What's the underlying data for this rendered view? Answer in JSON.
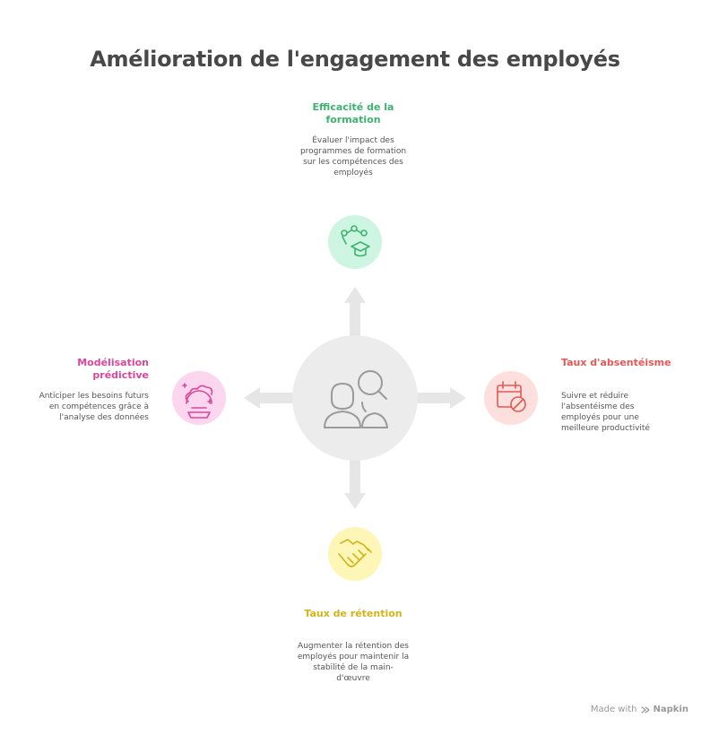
{
  "title": "Amélioration de l'engagement des employés",
  "center": {
    "icon": "people-search-icon"
  },
  "nodes": {
    "top": {
      "title": "Efficacité de la formation",
      "description": "Évaluer l'impact des programmes de formation sur les compétences des employés",
      "icon": "graduation-network-icon",
      "color": "#3db36f",
      "bg": "#cdf5e2"
    },
    "right": {
      "title": "Taux d'absentéisme",
      "description": "Suivre et réduire l'absentéisme des employés pour une meilleure productivité",
      "icon": "calendar-blocked-icon",
      "color": "#e05a55",
      "bg": "#fde0dd"
    },
    "bottom": {
      "title": "Taux de rétention",
      "description": "Augmenter la rétention des employés pour maintenir la stabilité de la main-d'œuvre",
      "icon": "handshake-icon",
      "color": "#d3b31a",
      "bg": "#fdf6b6"
    },
    "left": {
      "title": "Modélisation prédictive",
      "description": "Anticiper les besoins futurs en compétences grâce à l'analyse des données",
      "icon": "crystal-ball-icon",
      "color": "#d9479b",
      "bg": "#fcd6ee"
    }
  },
  "footer": {
    "prefix": "Made with",
    "brand": "Napkin"
  }
}
